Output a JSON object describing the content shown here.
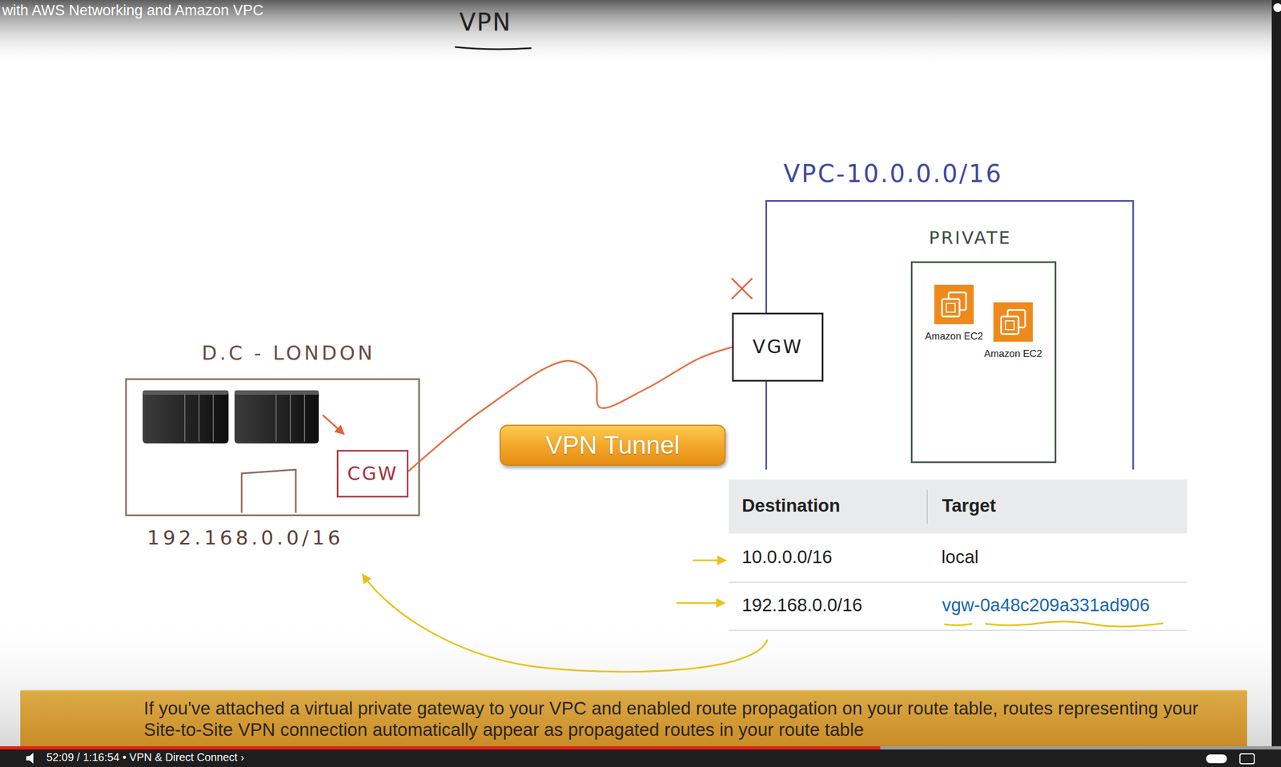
{
  "diagram": {
    "title": "VPN",
    "caption": "If you've attached a virtual private gateway to your VPC and enabled route propagation on your route table, routes representing your Site-to-Site VPN connection automatically appear as propagated routes in your route table",
    "nodes": [
      {
        "text": [
          "D.C - LONDON",
          "192.168.0.0/16"
        ]
      },
      {
        "text": [
          "CGW"
        ],
        "in": 0
      },
      {
        "text": [
          "VPN Tunnel"
        ]
      },
      {
        "text": [
          "VPC-10.0.0.0/16"
        ]
      },
      {
        "text": [
          "PRIVATE"
        ],
        "in": 3
      },
      {
        "text": [
          "Amazon EC2"
        ],
        "in": 4
      },
      {
        "text": [
          "Amazon EC2"
        ],
        "in": 4
      },
      {
        "text": [
          "VGW"
        ]
      }
    ],
    "edges": [
      {
        "from": 1,
        "to": 7,
        "arrow": "none"
      }
    ],
    "labels": [
      "with AWS Networking and Amazon VPC",
      "Destination",
      "Target",
      "10.0.0.0/16",
      "local",
      "192.168.0.0/16",
      "vgw-0a48c209a331ad906",
      "52:09 / 1:16:54 • VPN & Direct Connect ›"
    ]
  }
}
